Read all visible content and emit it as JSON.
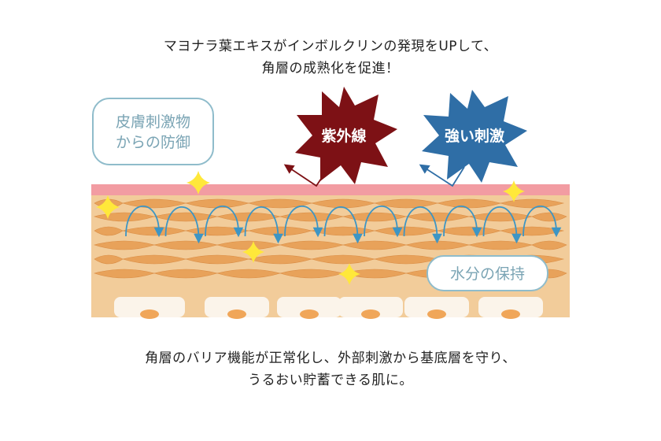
{
  "caption_top": {
    "line1": "マヨナラ葉エキスがインボルクリンの発現をUPして、",
    "line2": "角層の成熟化を促進！"
  },
  "caption_bottom": {
    "line1": "角層のバリア機能が正常化し、外部刺激から基底層を守り、",
    "line2": "うるおい貯蓄できる肌に。"
  },
  "labels": {
    "skin_stimulus_line1": "皮膚刺激物",
    "skin_stimulus_line2": "からの防御",
    "uv": "紫外線",
    "strong_stimulus": "強い刺激",
    "moisture": "水分の保持"
  },
  "colors": {
    "surface": "#f29ca2",
    "skin": "#f2cc9a",
    "scales": "#e8a25a",
    "arrows": "#3d95c4",
    "uv_burst": "#7d1115",
    "stimulus_burst": "#2f6ea6",
    "sparkle": "#ffe83a",
    "bubble_border": "#8fbccb"
  },
  "icons": {
    "uv_burst": "starburst-icon",
    "stimulus_burst": "starburst-icon",
    "sparkle": "sparkle-icon",
    "arrow": "curved-arrow-icon"
  }
}
